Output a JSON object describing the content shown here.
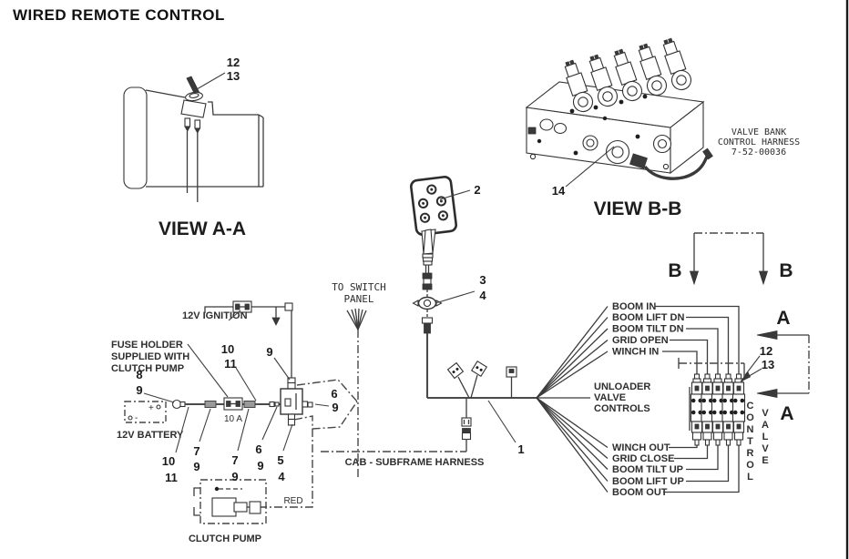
{
  "title": "WIRED REMOTE CONTROL",
  "views": {
    "view_a": "VIEW A-A",
    "view_b": "VIEW B-B"
  },
  "harness_note": {
    "l1": "VALVE BANK",
    "l2": "CONTROL HARNESS",
    "l3": "7-52-00036"
  },
  "switch_panel": {
    "l1": "TO SWITCH",
    "l2": "PANEL"
  },
  "power": {
    "ignition": "12V IGNITION",
    "battery": "12V BATTERY",
    "battery_plus": "+",
    "battery_minus": "-",
    "fuse_rating": "10 A",
    "fuse_note": {
      "l1": "FUSE HOLDER",
      "l2": "SUPPLIED WITH",
      "l3": "CLUTCH PUMP"
    }
  },
  "clutch_pump": {
    "label": "CLUTCH PUMP",
    "wire_color": "RED"
  },
  "cab_harness": "CAB - SUBFRAME HARNESS",
  "unloader": {
    "l1": "UNLOADER",
    "l2": "VALVE",
    "l3": "CONTROLS"
  },
  "valve_functions": {
    "upper": [
      "BOOM IN",
      "BOOM LIFT DN",
      "BOOM TILT DN",
      "GRID OPEN",
      "WINCH IN"
    ],
    "lower": [
      "WINCH OUT",
      "GRID CLOSE",
      "BOOM TILT UP",
      "BOOM LIFT UP",
      "BOOM OUT"
    ]
  },
  "control_valve": {
    "control": "CONTROL",
    "valve": "VALVE"
  },
  "sections": {
    "b_left": "B",
    "b_right": "B",
    "a_top": "A",
    "a_bottom": "A"
  },
  "callouts": {
    "switch_12": "12",
    "switch_13": "13",
    "pendant_2": "2",
    "mount_3": "3",
    "mount_4": "4",
    "valve_bank_14": "14",
    "main_harness_1": "1",
    "battery_8": "8",
    "battery_9": "9",
    "wire_lower_10": "10",
    "wire_lower_11": "11",
    "conn1_7": "7",
    "conn1_9": "9",
    "fuse_10": "10",
    "fuse_11": "11",
    "relay_top_9": "9",
    "conn2_7": "7",
    "conn2_9": "9",
    "relay_left_6": "6",
    "relay_left_9": "9",
    "relay_right_6": "6",
    "relay_right_9": "9",
    "relay_bottom_5": "5",
    "relay_bottom_4": "4",
    "cv_12": "12",
    "cv_13": "13"
  }
}
